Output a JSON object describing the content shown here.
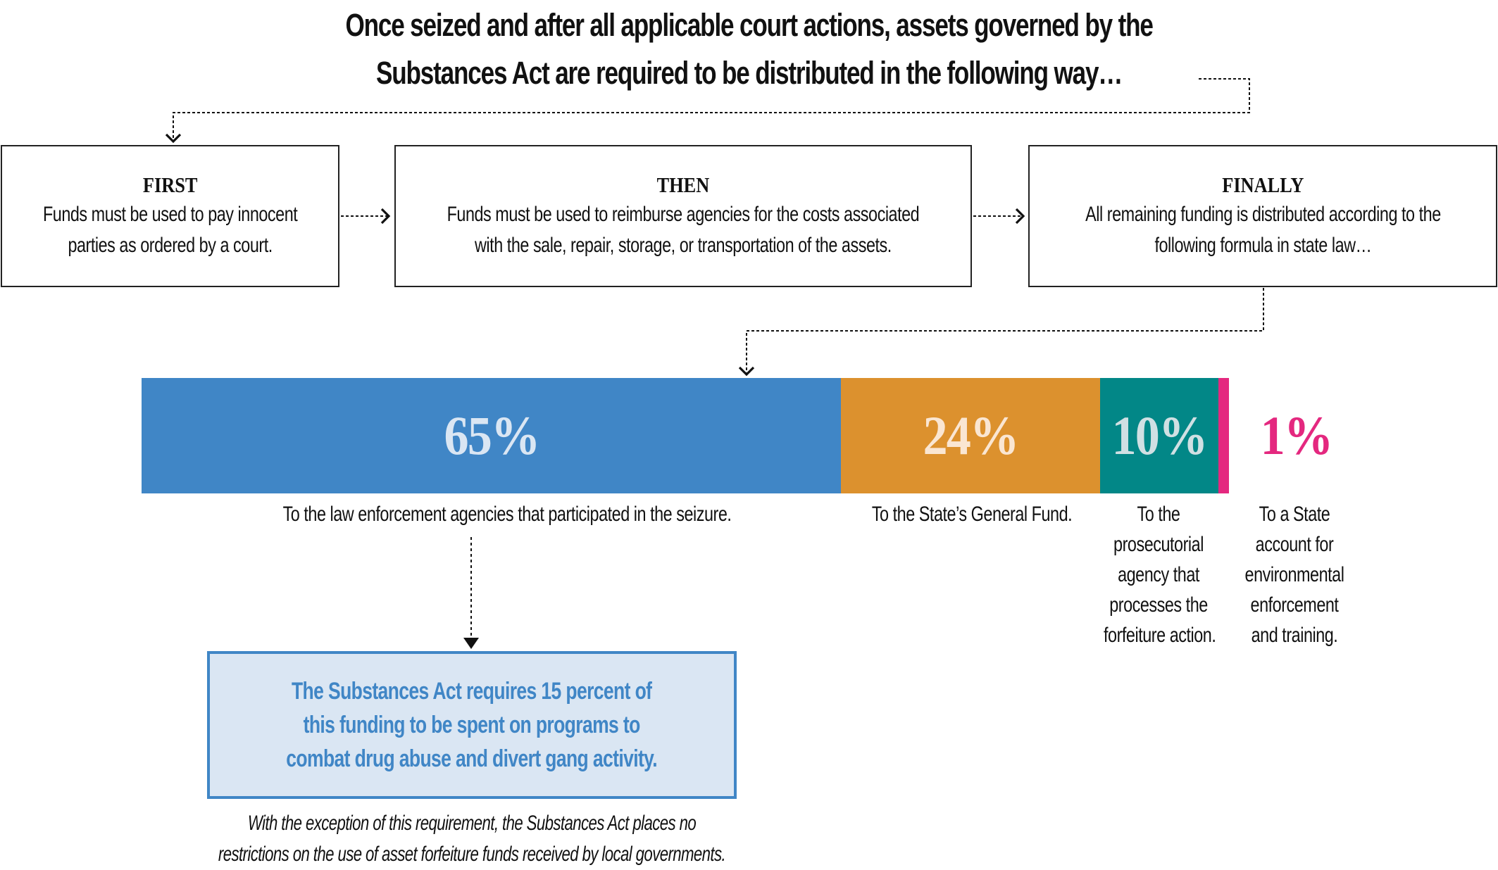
{
  "title": {
    "line1": "Once seized and after all applicable court actions, assets governed by the",
    "line2": "Substances Act are required to be distributed in the following way…"
  },
  "steps": [
    {
      "heading": "FIRST",
      "lines": [
        "Funds must be used to pay innocent",
        "parties as ordered by a court."
      ]
    },
    {
      "heading": "THEN",
      "lines": [
        "Funds must be used to reimburse agencies for the costs associated",
        "with the sale, repair, storage, or transportation of the assets."
      ]
    },
    {
      "heading": "FINALLY",
      "lines": [
        "All remaining funding is distributed according to the",
        "following formula in state law…"
      ]
    }
  ],
  "distribution": [
    {
      "pct": "65%",
      "color": "#4086c6",
      "text_color": "#dae6f3",
      "label_lines": [
        "To the law enforcement agencies that participated in the seizure."
      ]
    },
    {
      "pct": "24%",
      "color": "#dc912e",
      "text_color": "#fae6d2",
      "label_lines": [
        "To the State’s General Fund."
      ]
    },
    {
      "pct": "10%",
      "color": "#028787",
      "text_color": "#d0e0e3",
      "label_lines": [
        "To the",
        "prosecutorial",
        "agency that",
        "processes the",
        "forfeiture action."
      ]
    },
    {
      "pct": "1%",
      "color": "#e4287f",
      "text_color": "#e4287f",
      "label_lines": [
        "To a State",
        "account for",
        "environmental",
        "enforcement",
        "and training."
      ]
    }
  ],
  "callout": {
    "lines": [
      "The Substances Act requires 15 percent of",
      "this funding to be spent on programs to",
      "combat drug abuse and divert gang activity."
    ]
  },
  "footnote": {
    "lines": [
      "With the exception of this requirement, the Substances Act places no",
      "restrictions on the use of asset forfeiture funds received by local governments."
    ]
  },
  "chart_data": {
    "type": "bar",
    "title": "Distribution of remaining forfeited assets under state law",
    "categories": [
      "Law enforcement agencies that participated in the seizure",
      "State's General Fund",
      "Prosecutorial agency that processes the forfeiture action",
      "State account for environmental enforcement and training"
    ],
    "values": [
      65,
      24,
      10,
      1
    ],
    "unit": "%",
    "stacked": true,
    "orientation": "horizontal",
    "colors": [
      "#4086c6",
      "#dc912e",
      "#028787",
      "#e4287f"
    ]
  }
}
